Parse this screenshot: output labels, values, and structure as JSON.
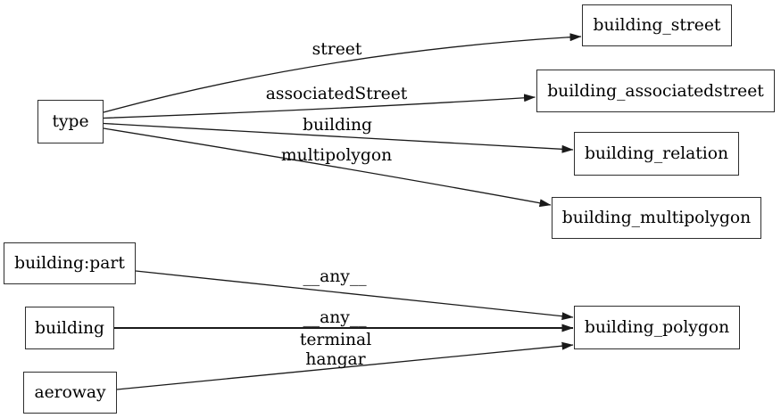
{
  "diagram": {
    "colors": {
      "background": "#ffffff",
      "stroke": "#1a1a1a",
      "node_border": "#2e2e2e",
      "text": "#000000"
    },
    "nodes": [
      {
        "id": "type",
        "label": "type"
      },
      {
        "id": "building_street",
        "label": "building_street"
      },
      {
        "id": "building_associatedstreet",
        "label": "building_associatedstreet"
      },
      {
        "id": "building_relation",
        "label": "building_relation"
      },
      {
        "id": "building_multipolygon",
        "label": "building_multipolygon"
      },
      {
        "id": "building_polygon",
        "label": "building_polygon"
      },
      {
        "id": "building:part",
        "label": "building:part"
      },
      {
        "id": "building",
        "label": "building"
      },
      {
        "id": "aeroway",
        "label": "aeroway"
      }
    ],
    "edges": [
      {
        "from": "type",
        "to": "building_street",
        "label": "street"
      },
      {
        "from": "type",
        "to": "building_associatedstreet",
        "label": "associatedStreet"
      },
      {
        "from": "type",
        "to": "building_relation",
        "label": "building"
      },
      {
        "from": "type",
        "to": "building_multipolygon",
        "label": "multipolygon"
      },
      {
        "from": "building:part",
        "to": "building_polygon",
        "label": "__any__"
      },
      {
        "from": "building",
        "to": "building_polygon",
        "label": "__any__"
      },
      {
        "from": "aeroway",
        "to": "building_polygon",
        "label_lines": [
          "terminal",
          "hangar"
        ]
      }
    ]
  }
}
